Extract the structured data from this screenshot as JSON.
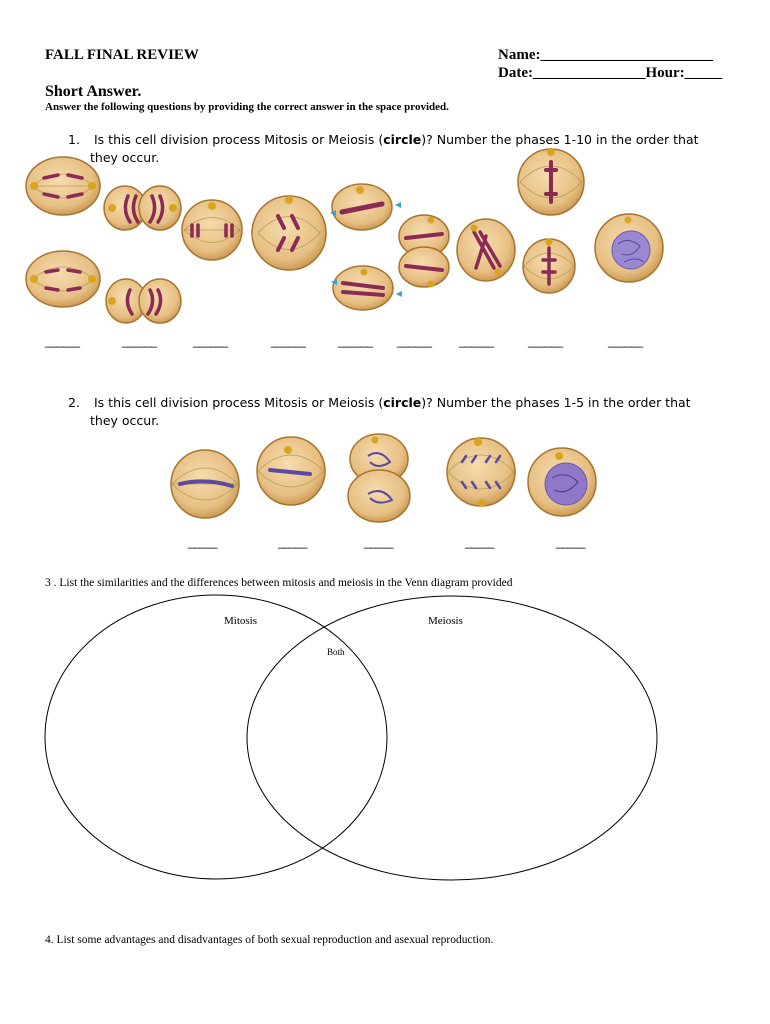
{
  "header": {
    "title": "FALL FINAL REVIEW",
    "name_line": "Name:_______________________",
    "date_line": "Date:_______________Hour:_____"
  },
  "section": {
    "title": "Short Answer.",
    "instructions": "Answer the following questions by providing the correct answer in the space provided."
  },
  "q1": {
    "number": "1.",
    "text_a": "Is this cell division process Mitosis or Meiosis (",
    "bold": "circle",
    "text_b": ")?   Number the phases 1-10 in the order that",
    "text_c": "they occur.",
    "blanks": [
      "______",
      "______",
      "______",
      "______",
      "______",
      "______",
      "______",
      "______",
      "______"
    ]
  },
  "q2": {
    "number": "2.",
    "text_a": "Is this cell division process Mitosis or Meiosis (",
    "bold": "circle",
    "text_b": ")?   Number the phases 1-5 in the order that",
    "text_c": "they occur.",
    "blanks": [
      "_____",
      "_____",
      "_____",
      "_____",
      "_____"
    ]
  },
  "q3": {
    "text": "3 .  List the similarities and the differences between mitosis and meiosis in the Venn diagram provided"
  },
  "venn": {
    "left_label": "Mitosis",
    "right_label": "Meiosis",
    "center_label": "Both"
  },
  "q4": {
    "text": "4.  List some advantages and disadvantages of both sexual reproduction and asexual reproduction."
  },
  "colors": {
    "cell_fill": "#e8c48a",
    "cell_edge": "#a8752f",
    "chromosome": "#8a2a55",
    "chromatin": "#6a5ab0",
    "spindle": "#b89a55",
    "centrosome": "#d9a520"
  }
}
